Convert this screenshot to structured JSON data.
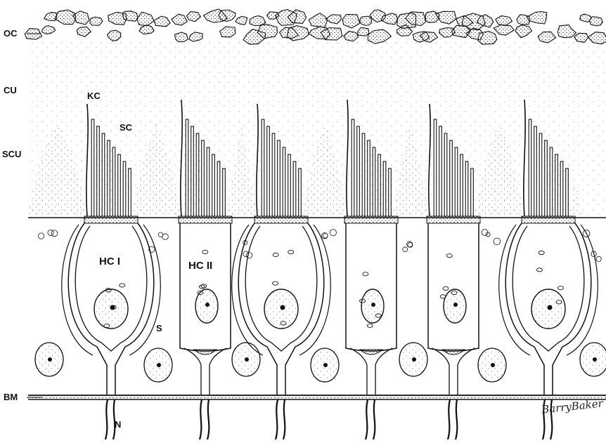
{
  "labels": {
    "oc": "OC",
    "cu": "CU",
    "scu": "SCU",
    "kc": "KC",
    "sc": "SC",
    "hc1": "HC I",
    "hc2": "HC II",
    "s": "S",
    "bm": "BM",
    "n": "N"
  },
  "signature": "BarryBaker",
  "hair_cells": [
    {
      "type": "I"
    },
    {
      "type": "II"
    },
    {
      "type": "I"
    },
    {
      "type": "II"
    },
    {
      "type": "II"
    },
    {
      "type": "I"
    }
  ],
  "colors": {
    "ink": "#111111",
    "background": "#ffffff"
  }
}
